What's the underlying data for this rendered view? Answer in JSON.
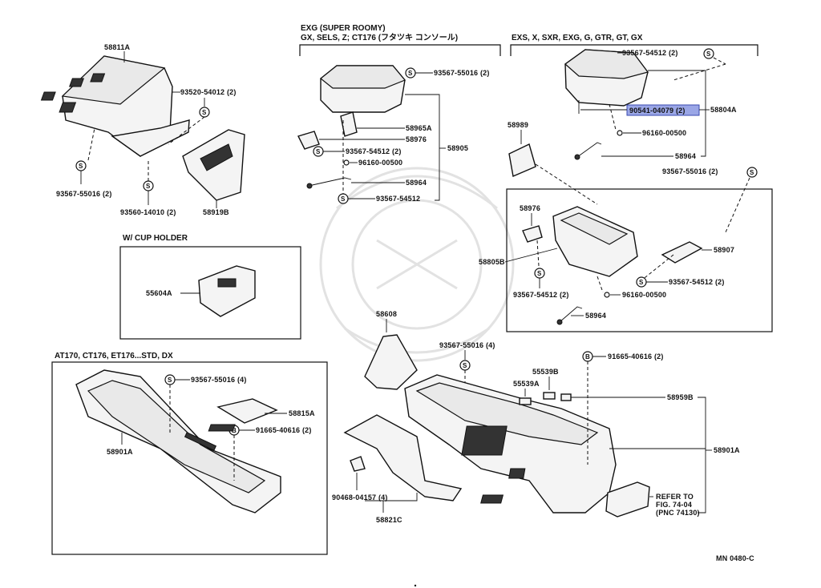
{
  "headers": {
    "exg": "EXG (SUPER ROOMY)",
    "exg_models": "GX, SELS, Z; CT176 (フタツキ コンソール)",
    "exs": "EXS, X, SXR, EXG, G, GTR, GT, GX",
    "cup_holder": "W/ CUP HOLDER",
    "at170": "AT170, CT176, ET176...STD, DX"
  },
  "part_numbers": {
    "p58811A": "58811A",
    "p93520_54012": "93520-54012 (2)",
    "p93567_55016_2_left": "93567-55016 (2)",
    "p93560_14010": "93560-14010 (2)",
    "p58919B": "58919B",
    "p55604A": "55604A",
    "p93567_55016_2_mid": "93567-55016 (2)",
    "p58965A": "58965A",
    "p58976_mid": "58976",
    "p93567_54512_2_mid": "93567-54512 (2)",
    "p58905": "58905",
    "p96160_00500_mid": "96160-00500",
    "p58964_mid": "58964",
    "p93567_54512_mid": "93567-54512",
    "p93567_54512_2_right": "93567-54512 (2)",
    "p90541_04079": "90541-04079 (2)",
    "p58804A": "58804A",
    "p96160_00500_right": "96160-00500",
    "p58964_right": "58964",
    "p93567_55016_2_right": "93567-55016 (2)",
    "p58989": "58989",
    "p58976_right": "58976",
    "p58805B": "58805B",
    "p58907": "58907",
    "p93567_54512_2_box": "93567-54512 (2)",
    "p93567_54512_2_box2": "93567-54512 (2)",
    "p96160_00500_box": "96160-00500",
    "p58964_box": "58964",
    "p58608": "58608",
    "p93567_55016_4_center": "93567-55016 (4)",
    "p91665_40616_2_right": "91665-40616 (2)",
    "p55539B": "55539B",
    "p55539A": "55539A",
    "p58959B": "58959B",
    "p58901A_right": "58901A",
    "p93567_55016_4_left": "93567-55016 (4)",
    "p58815A": "58815A",
    "p91665_40616_2_left": "91665-40616 (2)",
    "p58901A_left": "58901A",
    "p90468_04157": "90468-04157 (4)",
    "p58821C": "58821C",
    "refer1": "REFER TO",
    "refer2": "FIG. 74-04",
    "refer3": "(PNC 74130)"
  },
  "symbols": {
    "screw": "S",
    "bolt": "B"
  },
  "footer": {
    "code": "MN 0480-C"
  },
  "colors": {
    "highlight": "#9aa6e6",
    "line": "#111111"
  }
}
